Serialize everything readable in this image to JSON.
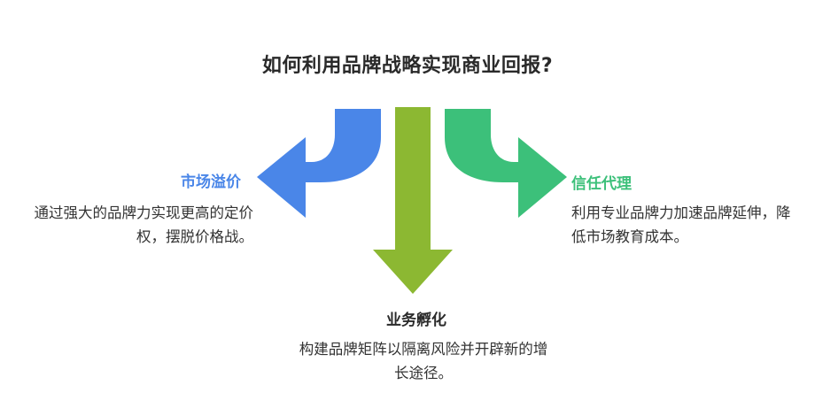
{
  "title": "如何利用品牌战略实现商业回报?",
  "branches": {
    "left": {
      "heading": "市场溢价",
      "description": "通过强大的品牌力实现更高的定价权，摆脱价格战。",
      "color": "#4a86e8"
    },
    "right": {
      "heading": "信任代理",
      "description": "利用专业品牌力加速品牌延伸，降低市场教育成本。",
      "color": "#3cc07a"
    },
    "bottom": {
      "heading": "业务孵化",
      "description": "构建品牌矩阵以隔离风险并开辟新的增长途径。",
      "color": "#8cb832"
    }
  },
  "colors": {
    "title_text": "#2a2a2a",
    "body_text": "#333333"
  }
}
